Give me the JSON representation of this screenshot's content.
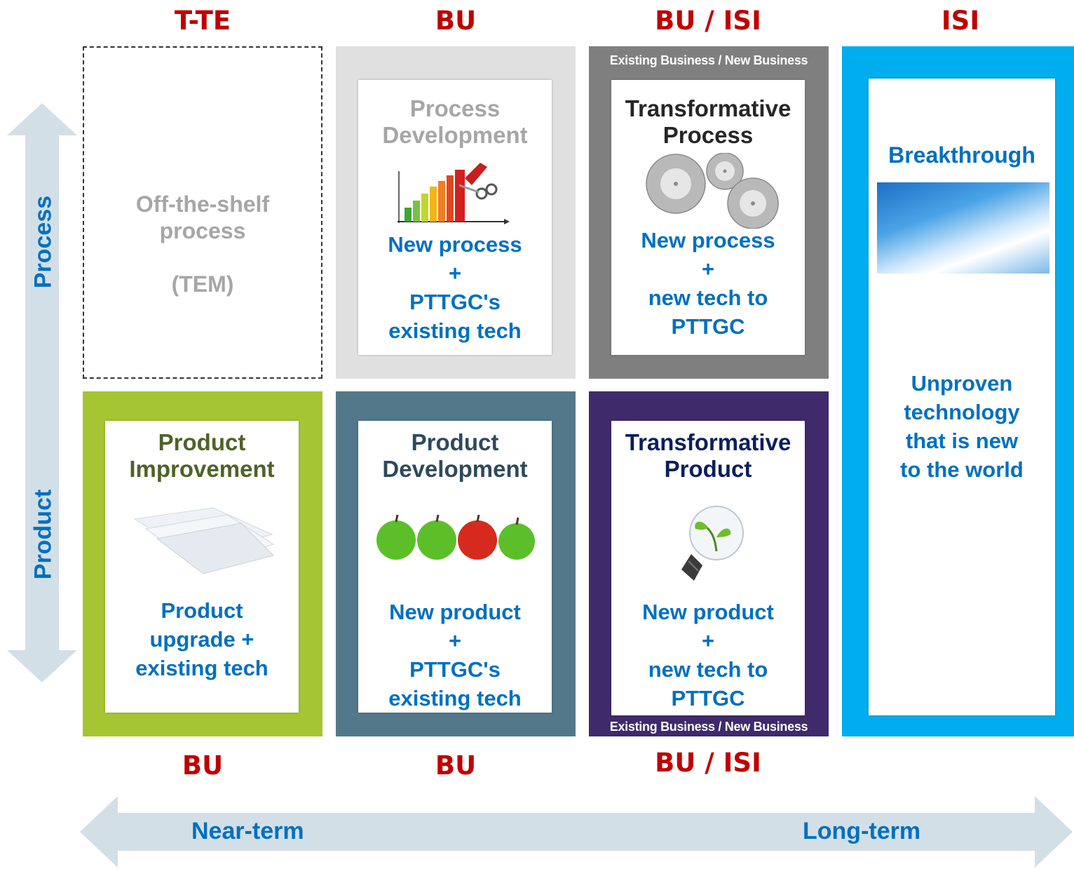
{
  "owners_top": [
    "T-TE",
    "BU",
    "BU / ISI",
    "ISI"
  ],
  "owners_bottom": [
    "BU",
    "BU",
    "BU / ISI"
  ],
  "axis": {
    "vertical_top": "Process",
    "vertical_bottom": "Product",
    "horizontal_left": "Near-term",
    "horizontal_right": "Long-term"
  },
  "band_label": "Existing Business / New Business",
  "cells": {
    "off_shelf": {
      "title": "Off-the-shelf\nprocess",
      "sub": "(TEM)"
    },
    "process_dev": {
      "title": "Process\nDevelopment",
      "body": "New process\n+\nPTTGC's\nexisting tech"
    },
    "trans_process": {
      "title": "Transformative\nProcess",
      "body": "New process\n+\nnew tech to\nPTTGC"
    },
    "breakthrough": {
      "title": "Breakthrough",
      "body": "Unproven\ntechnology\nthat is new\nto the world"
    },
    "product_imp": {
      "title": "Product\nImprovement",
      "body": "Product\nupgrade +\nexisting tech"
    },
    "product_dev": {
      "title": "Product\nDevelopment",
      "body": "New product\n+\nPTTGC's\nexisting tech"
    },
    "trans_product": {
      "title": "Transformative\nProduct",
      "body": "New product\n+\nnew tech to\nPTTGC"
    }
  },
  "colors": {
    "owner_red": "#c00000",
    "body_blue": "#0070c0",
    "arrow_gray_blue": "#d3dfe6",
    "process_dev_frame": "#e0e0e0",
    "trans_process_frame": "#7f7f7f",
    "breakthrough_frame": "#00aeef",
    "product_imp_frame": "#a5c532",
    "product_dev_frame": "#52788a",
    "trans_product_frame": "#3f2a6b"
  },
  "icons": [
    "bar-chart-scissors-image",
    "gears-image",
    "sky-image",
    "paper-sheets-image",
    "apples-image",
    "lightbulb-plant-image"
  ]
}
